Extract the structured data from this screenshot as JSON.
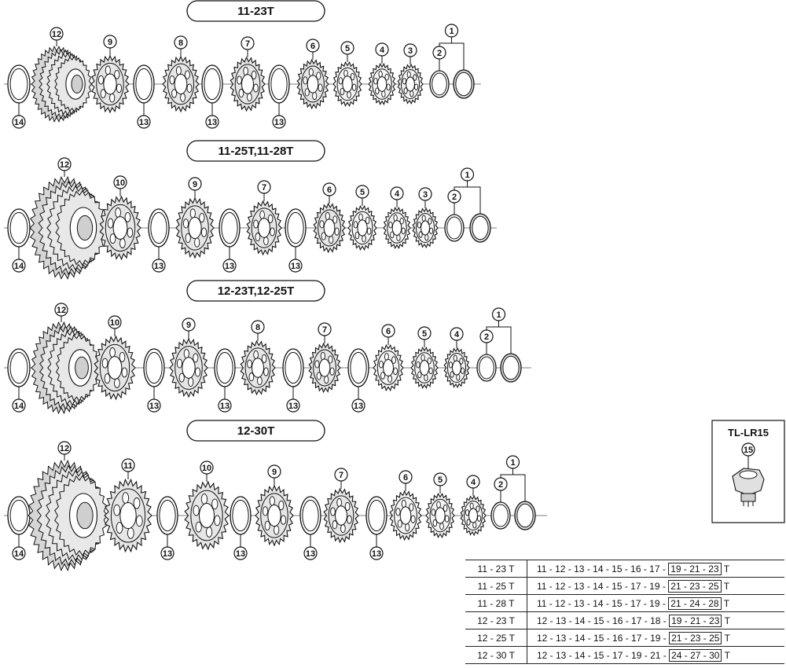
{
  "variants": [
    {
      "title": "11-23T",
      "labels": {
        "back": "14",
        "big": "12",
        "spacer": "13",
        "lockring": "1",
        "spacer_ring": "2"
      },
      "sprockets": [
        "9",
        "8",
        "7",
        "6",
        "5",
        "4",
        "3"
      ]
    },
    {
      "title": "11-25T,11-28T",
      "labels": {
        "back": "14",
        "big": "12",
        "spacer": "13",
        "lockring": "1",
        "spacer_ring": "2"
      },
      "sprockets": [
        "10",
        "9",
        "7",
        "6",
        "5",
        "4",
        "3"
      ]
    },
    {
      "title": "12-23T,12-25T",
      "labels": {
        "back": "14",
        "big": "12",
        "spacer": "13",
        "lockring": "1",
        "spacer_ring": "2"
      },
      "sprockets": [
        "10",
        "9",
        "8",
        "7",
        "6",
        "5",
        "4"
      ]
    },
    {
      "title": "12-30T",
      "labels": {
        "back": "14",
        "big": "12",
        "spacer": "13",
        "lockring": "1",
        "spacer_ring": "2"
      },
      "sprockets": [
        "11",
        "10",
        "9",
        "7",
        "6",
        "5",
        "4"
      ]
    }
  ],
  "tool": {
    "name": "TL-LR15",
    "number": "15"
  },
  "gear_table": [
    {
      "name": "11 - 23 T",
      "prefix": "11 - 12 - 13 - 14 - 15 - 16 - 17 -",
      "boxed": "19 - 21 - 23",
      "suffix": "T"
    },
    {
      "name": "11 - 25 T",
      "prefix": "11 - 12 - 13 - 14 - 15 - 17 - 19 -",
      "boxed": "21 - 23 - 25",
      "suffix": "T"
    },
    {
      "name": "11 - 28 T",
      "prefix": "11 - 12 - 13 - 14 - 15 - 17 - 19 -",
      "boxed": "21 - 24 - 28",
      "suffix": "T"
    },
    {
      "name": "12 - 23 T",
      "prefix": "12 - 13 - 14 - 15 - 16 - 17 - 18 -",
      "boxed": "19 - 21 - 23",
      "suffix": "T"
    },
    {
      "name": "12 - 25 T",
      "prefix": "12 - 13 - 14 - 15 - 16 - 17 - 19 -",
      "boxed": "21 - 23 - 25",
      "suffix": "T"
    },
    {
      "name": "12 - 30 T",
      "prefix": "12 - 13 - 14 - 15 - 17 - 19 - 21 -",
      "boxed": "24 - 27 - 30",
      "suffix": "T"
    }
  ]
}
